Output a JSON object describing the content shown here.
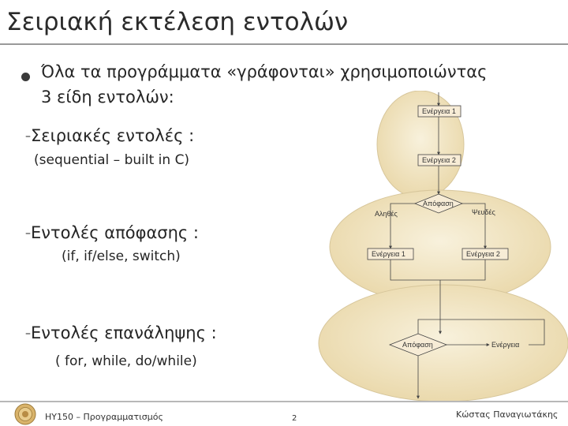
{
  "title": "Σειριακή εκτέλεση εντολών",
  "bullet": {
    "line1": "Όλα τα προγράμματα «γράφονται» χρησιμοποιώντας",
    "line2": "3 είδη εντολών:"
  },
  "subitems": [
    {
      "dash": "–",
      "label": "Σειριακές εντολές :",
      "detail": "(sequential – built in C)"
    },
    {
      "dash": "–",
      "label": "Εντολές απόφασης :",
      "detail": "(if, if/else, switch)"
    },
    {
      "dash": "–",
      "label": "Εντολές επανάληψης :",
      "detail": "( for, while, do/while)"
    }
  ],
  "diagram": {
    "sequence": {
      "action1": "Ενέργεια 1",
      "action2": "Ενέργεια 2"
    },
    "selection": {
      "decision": "Απόφαση",
      "true_label": "Αληθές",
      "false_label": "Ψευδές",
      "action1": "Ενέργεια 1",
      "action2": "Ενέργεια 2"
    },
    "loop": {
      "decision": "Απόφαση",
      "action": "Ενέργεια"
    }
  },
  "footer": {
    "course": "ΗΥ150 – Προγραμματισμός",
    "page": "2",
    "author": "Κώστας Παναγιωτάκης"
  },
  "colors": {
    "ellipse_fill": "#efe0b8",
    "ellipse_stroke": "#d7c69b"
  }
}
